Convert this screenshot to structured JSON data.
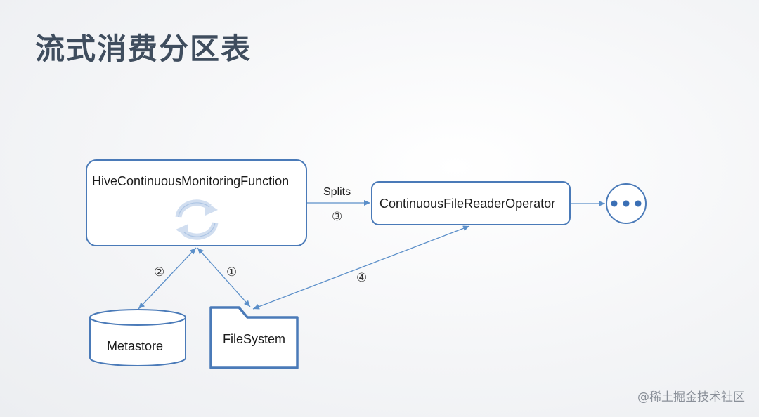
{
  "title": "流式消费分区表",
  "nodes": {
    "monitoring": "HiveContinuousMonitoringFunction",
    "reader": "ContinuousFileReaderOperator",
    "metastore": "Metastore",
    "filesystem": "FileSystem"
  },
  "edges": {
    "splits_label": "Splits",
    "step1": "①",
    "step2": "②",
    "step3": "③",
    "step4": "④"
  },
  "icons": {
    "refresh": "refresh-icon",
    "more": "ellipsis-icon"
  },
  "colors": {
    "accent": "#5b8fc9",
    "title": "#3f4d5e"
  },
  "watermark": "@稀土掘金技术社区"
}
